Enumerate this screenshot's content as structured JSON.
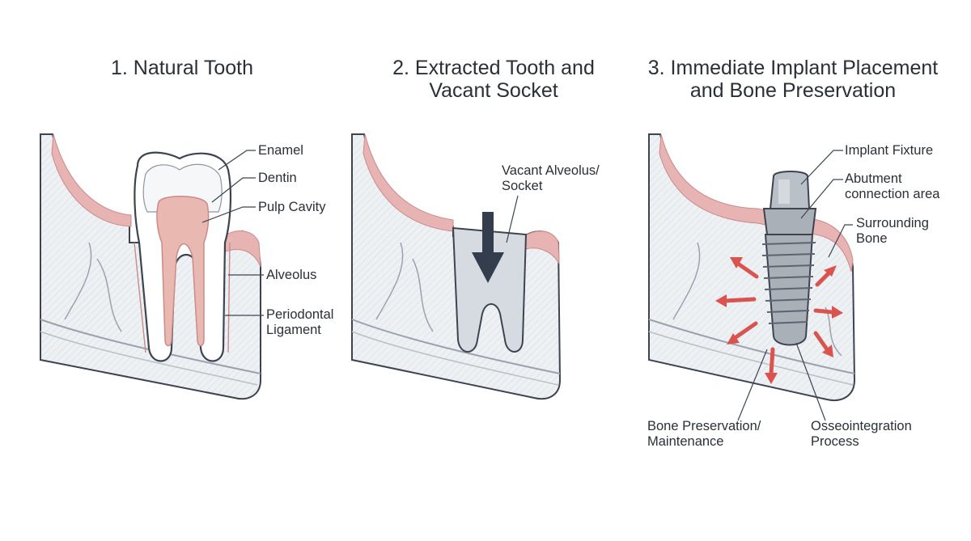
{
  "panels": [
    {
      "title": "1. Natural Tooth",
      "labels": [
        "Enamel",
        "Dentin",
        "Pulp Cavity",
        "Alveolus",
        "Periodontal\nLigament"
      ]
    },
    {
      "title": "2. Extracted Tooth and\nVacant Socket",
      "labels": [
        "Vacant Alveolus/\nSocket"
      ]
    },
    {
      "title": "3. Immediate Implant Placement\nand Bone Preservation",
      "labels": [
        "Implant Fixture",
        "Abutment\nconnection area",
        "Surrounding\nBone",
        "Bone Preservation/\nMaintenance",
        "Osseointegration\nProcess"
      ]
    }
  ],
  "colors": {
    "bone_fill": "#e9edf1",
    "outline": "#3d4450",
    "gum": "#e7b3b3",
    "pulp": "#e9b8b0",
    "implant": "#a9b0b8",
    "arrow_dark": "#333d4d",
    "arrow_red": "#d9534f"
  }
}
